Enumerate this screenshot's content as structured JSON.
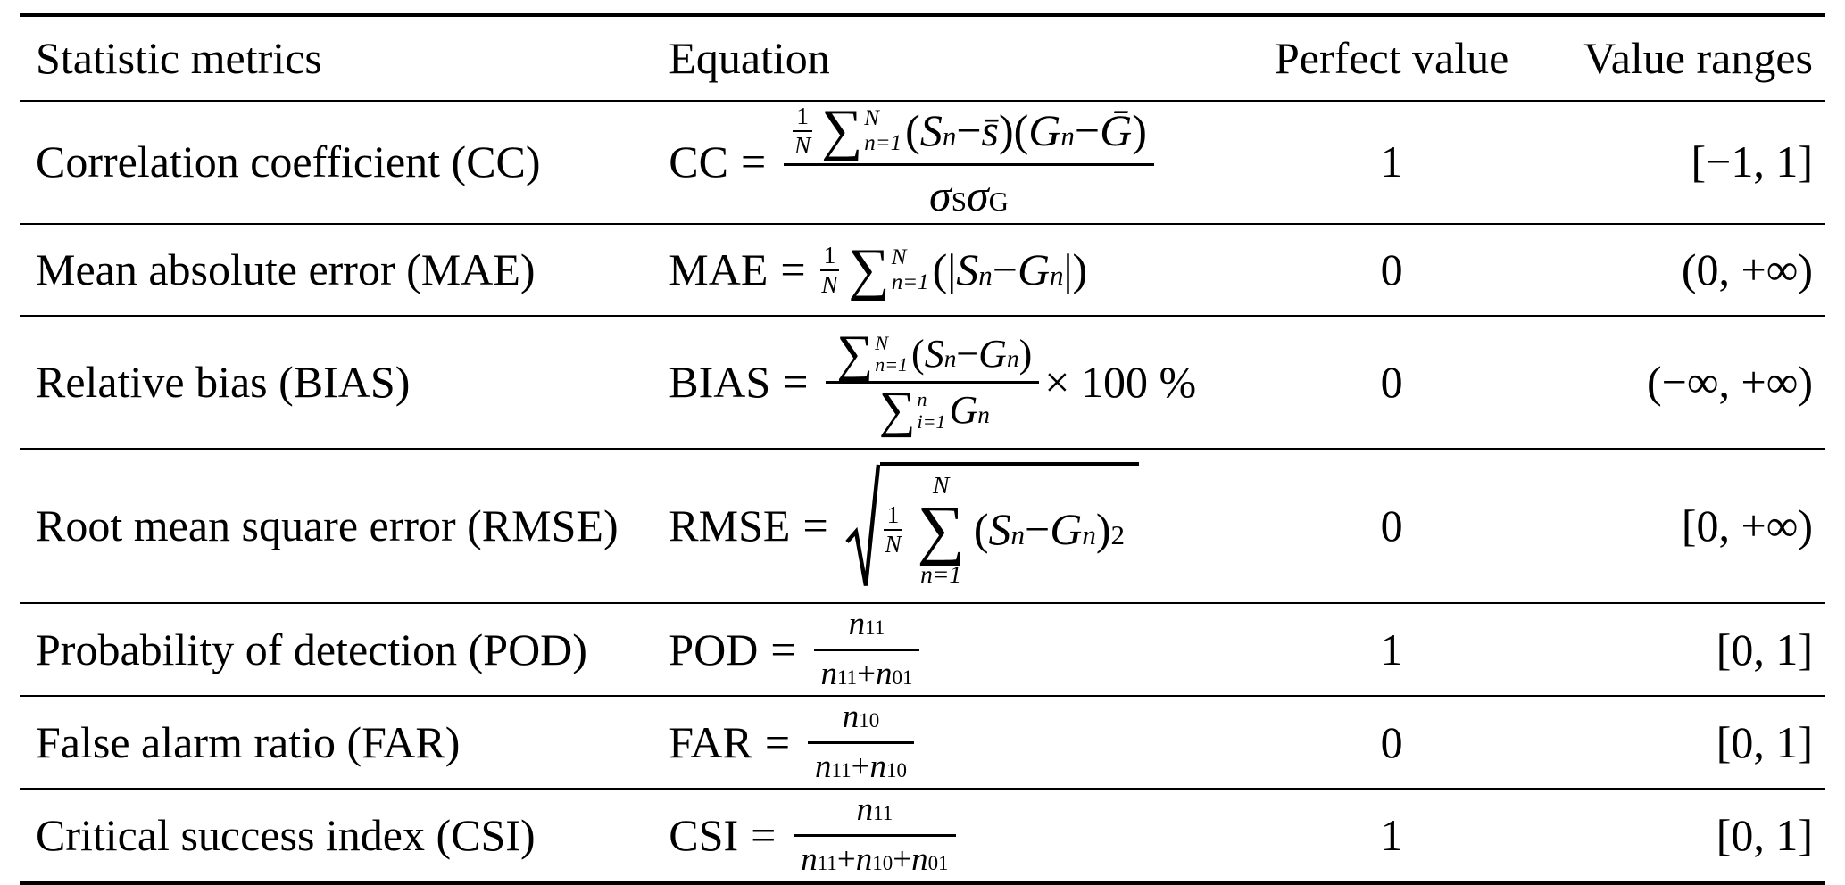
{
  "colors": {
    "text": "#000000",
    "background": "#ffffff",
    "rule": "#000000"
  },
  "table": {
    "headers": [
      "Statistic metrics",
      "Equation",
      "Perfect value",
      "Value ranges"
    ],
    "rows": [
      {
        "metric": "Correlation coefficient (CC)",
        "perfect": "1",
        "range": "[−1, 1]",
        "equation_text": "CC = (1/N)Σ_{n=1}^{N}(S_n − s̄)(G_n − Ḡ) / (σ_S σ_G)",
        "eq": {
          "lhs": "CC",
          "rel": "=",
          "mini": [
            "1",
            "N"
          ],
          "sum": [
            "∑",
            "N",
            "n=1"
          ],
          "num_terms": [
            "(",
            "S",
            "n",
            " − ",
            "s̄",
            ")(",
            "G",
            "n",
            " − ",
            "Ḡ",
            ")"
          ],
          "den": [
            "σ",
            "S",
            "σ",
            "G"
          ]
        }
      },
      {
        "metric": "Mean absolute error (MAE)",
        "perfect": "0",
        "range": "(0, +∞)",
        "equation_text": "MAE = (1/N)Σ_{n=1}^{N}(|S_n − G_n|)",
        "eq": {
          "lhs": "MAE",
          "rel": "=",
          "mini": [
            "1",
            "N"
          ],
          "sum": [
            "∑",
            "N",
            "n=1"
          ],
          "terms": [
            "(|",
            "S",
            "n",
            " − ",
            "G",
            "n",
            "|)"
          ]
        }
      },
      {
        "metric": "Relative bias (BIAS)",
        "perfect": "0",
        "range": "(−∞, +∞)",
        "equation_text": "BIAS = Σ_{n=1}^{N}(S_n − G_n) / Σ_{i=1}^{n}G_n × 100 %",
        "eq": {
          "lhs": "BIAS",
          "rel": "=",
          "num_sum": [
            "∑",
            "N",
            "n=1"
          ],
          "num_terms": [
            "(",
            "S",
            "n",
            " − ",
            "G",
            "n",
            ")"
          ],
          "den_sum": [
            "∑",
            "n",
            "i=1"
          ],
          "den_terms": [
            "G",
            "n"
          ],
          "tail": "× 100 %"
        }
      },
      {
        "metric": "Root mean square error (RMSE)",
        "perfect": "0",
        "range": "[0, +∞)",
        "equation_text": "RMSE = √((1/N)Σ_{n=1}^{N}(S_n − G_n)²)",
        "eq": {
          "lhs": "RMSE",
          "rel": "=",
          "mini": [
            "1",
            "N"
          ],
          "dsum": [
            "N",
            "∑",
            "n=1"
          ],
          "terms": [
            "(",
            "S",
            "n",
            " − ",
            "G",
            "n",
            ")"
          ],
          "power": "2"
        }
      },
      {
        "metric": "Probability of detection (POD)",
        "perfect": "1",
        "range": "[0, 1]",
        "equation_text": "POD = n11 / (n11 + n01)",
        "eq": {
          "lhs": "POD",
          "rel": "=",
          "num": [
            "n",
            "11"
          ],
          "den": [
            "n",
            "11",
            "+",
            "n",
            "01"
          ]
        }
      },
      {
        "metric": "False alarm ratio (FAR)",
        "perfect": "0",
        "range": "[0, 1]",
        "equation_text": "FAR = n10 / (n11 + n10)",
        "eq": {
          "lhs": "FAR",
          "rel": "=",
          "num": [
            "n",
            "10"
          ],
          "den": [
            "n",
            "11",
            "+",
            "n",
            "10"
          ]
        }
      },
      {
        "metric": "Critical success index (CSI)",
        "perfect": "1",
        "range": "[0, 1]",
        "equation_text": "CSI = n11 / (n11 + n10 + n01)",
        "eq": {
          "lhs": "CSI",
          "rel": "=",
          "num": [
            "n",
            "11"
          ],
          "den": [
            "n",
            "11",
            "+",
            "n",
            "10",
            "+",
            "n",
            "01"
          ]
        }
      }
    ]
  }
}
